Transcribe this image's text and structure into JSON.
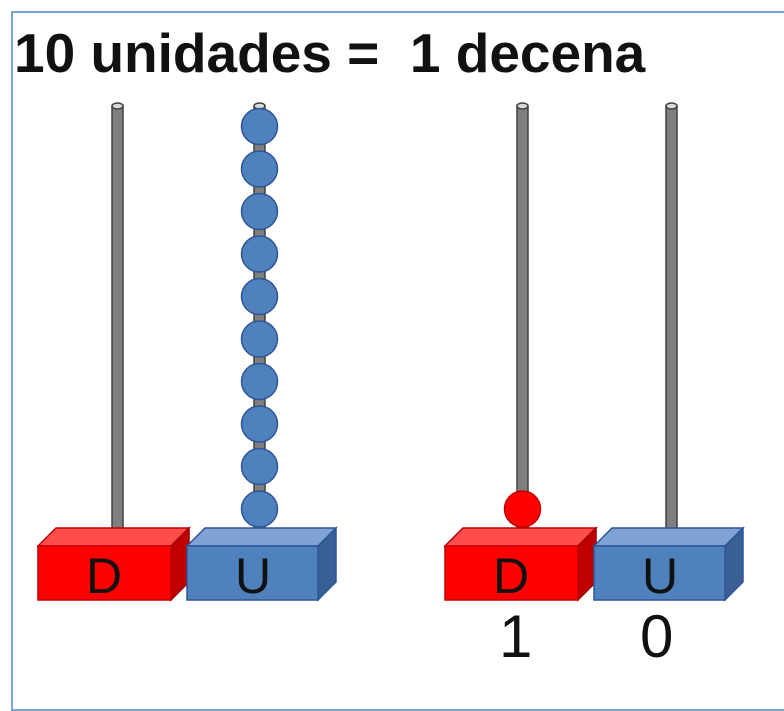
{
  "title": "10 unidades =  1 decena",
  "abacus_left": {
    "rods": [
      {
        "label": "D",
        "beads": 0
      },
      {
        "label": "U",
        "beads": 10
      }
    ]
  },
  "abacus_right": {
    "rods": [
      {
        "label": "D",
        "beads": 1
      },
      {
        "label": "U",
        "beads": 0
      }
    ],
    "digits": [
      "1",
      "0"
    ]
  },
  "colors": {
    "tens_block": "#ff0000",
    "units_block": "#4f81bd",
    "unit_bead": "#4f81bd",
    "ten_bead": "#ff0000",
    "rod": "#7f7f7f"
  }
}
